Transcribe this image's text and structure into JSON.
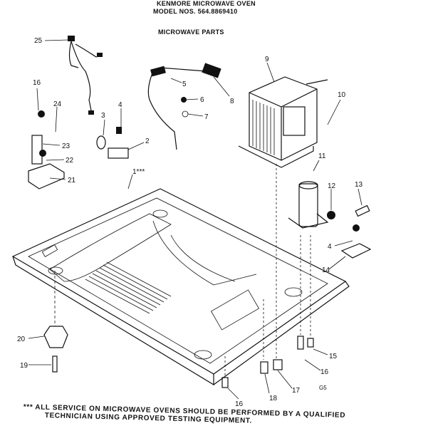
{
  "header": {
    "title_line1": "KENMORE MICROWAVE OVEN",
    "title_line2": "MODEL NOS. 564.8869410",
    "section": "MICROWAVE PARTS"
  },
  "callouts": [
    "25",
    "9",
    "5",
    "8",
    "16",
    "24",
    "6",
    "7",
    "10",
    "3",
    "4",
    "2",
    "23",
    "22",
    "21",
    "1***",
    "11",
    "12",
    "13",
    "4",
    "14",
    "20",
    "19",
    "15",
    "16",
    "16",
    "18",
    "17",
    "G5"
  ],
  "footer": {
    "note_line1": "*** ALL SERVICE ON MICROWAVE OVENS SHOULD BE PERFORMED BY A QUALIFIED",
    "note_line2": "TECHNICIAN USING APPROVED TESTING EQUIPMENT."
  }
}
